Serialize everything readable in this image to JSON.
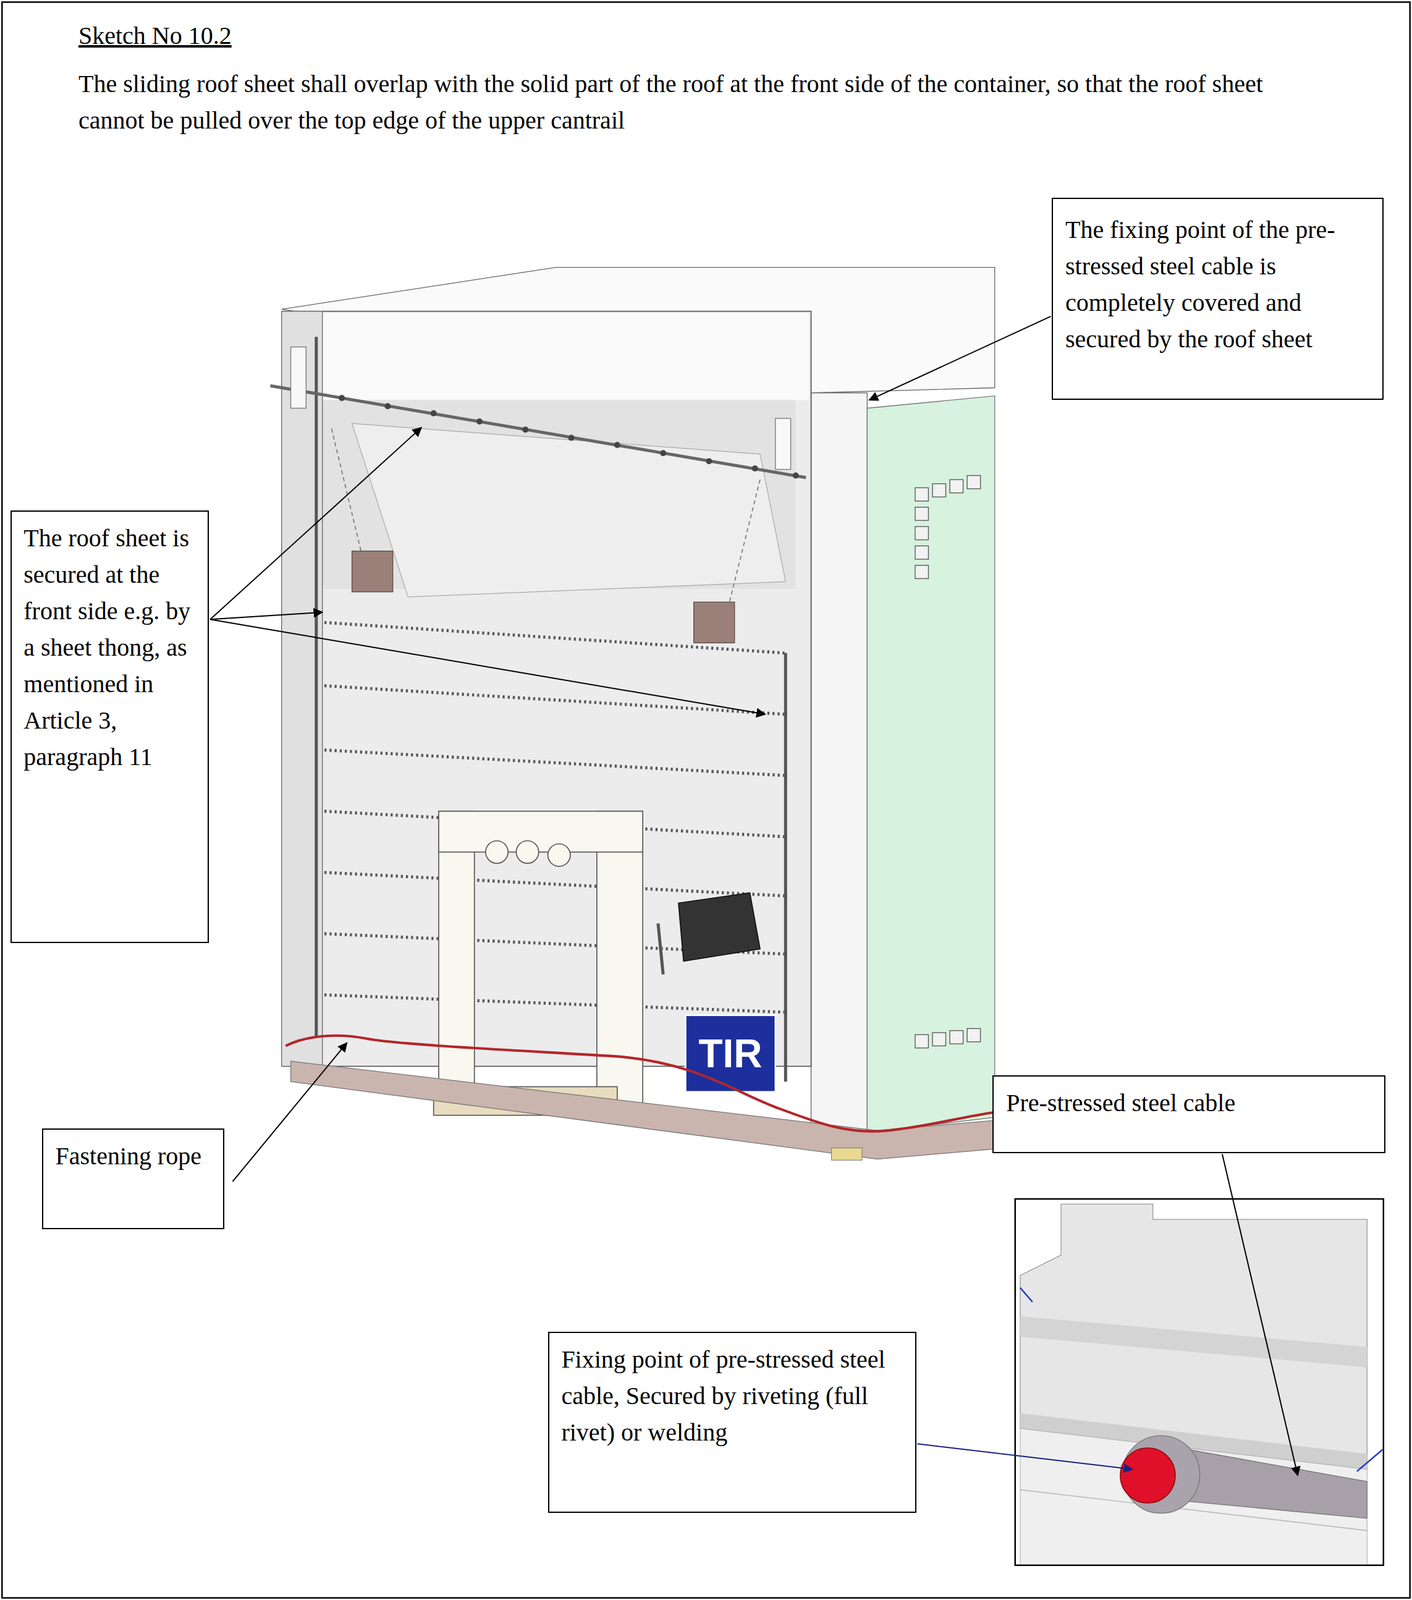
{
  "diagram": {
    "title": "Sketch No 10.2",
    "nodes": [
      {
        "text": [
          "The fixing point of the pre-stressed steel cable is completely covered and secured by the roof sheet"
        ]
      },
      {
        "text": [
          "The roof sheet is secured at the front side e.g. by a sheet thong, as mentioned in Article 3, paragraph 11"
        ]
      },
      {
        "text": [
          "Pre-stressed steel cable"
        ]
      },
      {
        "text": [
          "Fastening rope"
        ]
      },
      {
        "text": [
          "Fixing point of pre-stressed steel cable, Secured by riveting (full rivet) or welding"
        ]
      }
    ],
    "labels": [
      "The sliding roof sheet shall overlap with the solid part of the roof at the front side of the container, so that the roof sheet cannot be pulled over the top edge of the upper cantrail",
      "TIR"
    ]
  }
}
